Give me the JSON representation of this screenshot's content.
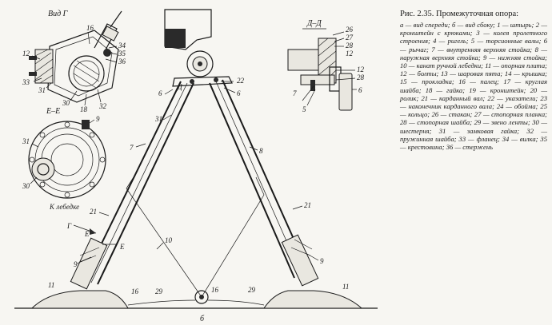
{
  "figure": {
    "caption_title": "Рис. 2.35. Промежуточная опора:",
    "caption_text": "а — вид спереди; б — вид сбоку; 1 — штырь; 2 — кронштейн с крюками; 3 — колея пролетного строения; 4 — ригель; 5 — торсионные валы; 6 — рычаг; 7 — внутренняя верхняя стойка; 8 — наружная верхняя стойка; 9 — нижняя стойка; 10 — канат ручной лебедки; 11 — опорная плита; 12 — болты; 13 — шаровая пята; 14 — крышка; 15 — прокладка; 16 — палец; 17 — круглая шайба; 18 — гайка; 19 — кронштейн; 20 — ролик; 21 — карданный вал; 22 — указатели; 23 — наконечник карданного вала; 24 — обойма; 25 — кольцо; 26 — стакан; 27 — стопорная планка; 28 — стопорная шайба; 29 — звено ленты; 30 — шестерня; 31 — замковая гайка; 32 — пружинная шайба; 33 — фланец; 34 — вилка; 35 — крестовина; 36 — стержень",
    "view_labels": {
      "view_g": "Вид Г",
      "section_dd": "Д–Д",
      "section_ee": "Е–Е",
      "to_winch": "К лебедке",
      "view_b": "б",
      "g_marker": "Г",
      "e_marker": "Е",
      "d_marker": "Д"
    },
    "callouts": {
      "n16a": "16",
      "n12a": "12",
      "n34": "34",
      "n35": "35",
      "n36": "36",
      "n33": "33",
      "n31a": "31",
      "n30a": "30",
      "n18": "18",
      "n32": "32",
      "n26": "26",
      "n27": "27",
      "n28a": "28",
      "n12b": "12",
      "n7a": "7",
      "n5a": "5",
      "n12c": "12",
      "n28b": "28",
      "n6a": "6",
      "n9a": "9",
      "n31b": "31",
      "n30b": "30",
      "n22": "22",
      "n6b": "6",
      "n6c": "6",
      "n31c": "31",
      "n7b": "7",
      "n8": "8",
      "n21a": "21",
      "n21b": "21",
      "n10": "10",
      "n9b": "9",
      "n9c": "9",
      "n11a": "11",
      "n11b": "11",
      "n16b": "16",
      "n29a": "29",
      "n16c": "16",
      "n29b": "29"
    }
  }
}
